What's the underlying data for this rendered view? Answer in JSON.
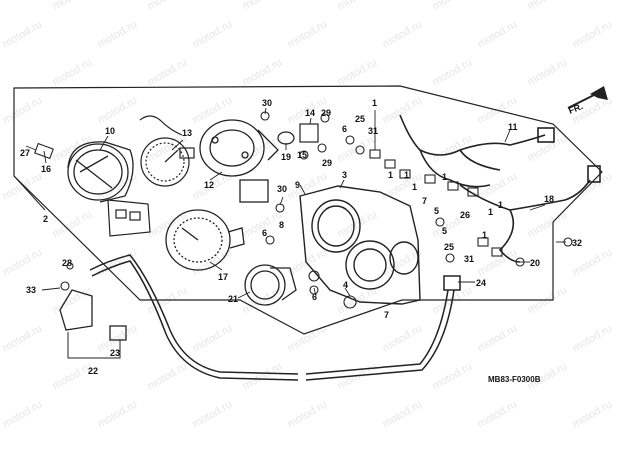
{
  "diagram": {
    "code": "MB83-F0300B",
    "direction": "FR.",
    "watermark": "motod.ru",
    "callouts": [
      {
        "id": "c1",
        "text": "1"
      },
      {
        "id": "c2",
        "text": "1"
      },
      {
        "id": "c3",
        "text": "1"
      },
      {
        "id": "c4",
        "text": "1"
      },
      {
        "id": "c5",
        "text": "1"
      },
      {
        "id": "c6",
        "text": "1"
      },
      {
        "id": "c7",
        "text": "1"
      },
      {
        "id": "c8",
        "text": "1"
      },
      {
        "id": "c9",
        "text": "2"
      },
      {
        "id": "c10",
        "text": "3"
      },
      {
        "id": "c11",
        "text": "4"
      },
      {
        "id": "c12",
        "text": "5"
      },
      {
        "id": "c13",
        "text": "5"
      },
      {
        "id": "c14",
        "text": "6"
      },
      {
        "id": "c15",
        "text": "6"
      },
      {
        "id": "c16",
        "text": "6"
      },
      {
        "id": "c17",
        "text": "7"
      },
      {
        "id": "c18",
        "text": "7"
      },
      {
        "id": "c19",
        "text": "8"
      },
      {
        "id": "c20",
        "text": "9"
      },
      {
        "id": "c21",
        "text": "10"
      },
      {
        "id": "c22",
        "text": "11"
      },
      {
        "id": "c23",
        "text": "12"
      },
      {
        "id": "c24",
        "text": "13"
      },
      {
        "id": "c25",
        "text": "14"
      },
      {
        "id": "c26",
        "text": "15"
      },
      {
        "id": "c27",
        "text": "16"
      },
      {
        "id": "c28",
        "text": "17"
      },
      {
        "id": "c29",
        "text": "18"
      },
      {
        "id": "c30",
        "text": "19"
      },
      {
        "id": "c31",
        "text": "20"
      },
      {
        "id": "c32",
        "text": "21"
      },
      {
        "id": "c33",
        "text": "22"
      },
      {
        "id": "c34",
        "text": "23"
      },
      {
        "id": "c35",
        "text": "24"
      },
      {
        "id": "c36",
        "text": "25"
      },
      {
        "id": "c37",
        "text": "25"
      },
      {
        "id": "c38",
        "text": "26"
      },
      {
        "id": "c39",
        "text": "27"
      },
      {
        "id": "c40",
        "text": "28"
      },
      {
        "id": "c41",
        "text": "29"
      },
      {
        "id": "c42",
        "text": "29"
      },
      {
        "id": "c43",
        "text": "30"
      },
      {
        "id": "c44",
        "text": "30"
      },
      {
        "id": "c45",
        "text": "31"
      },
      {
        "id": "c46",
        "text": "31"
      },
      {
        "id": "c47",
        "text": "32"
      },
      {
        "id": "c48",
        "text": "33"
      }
    ]
  }
}
